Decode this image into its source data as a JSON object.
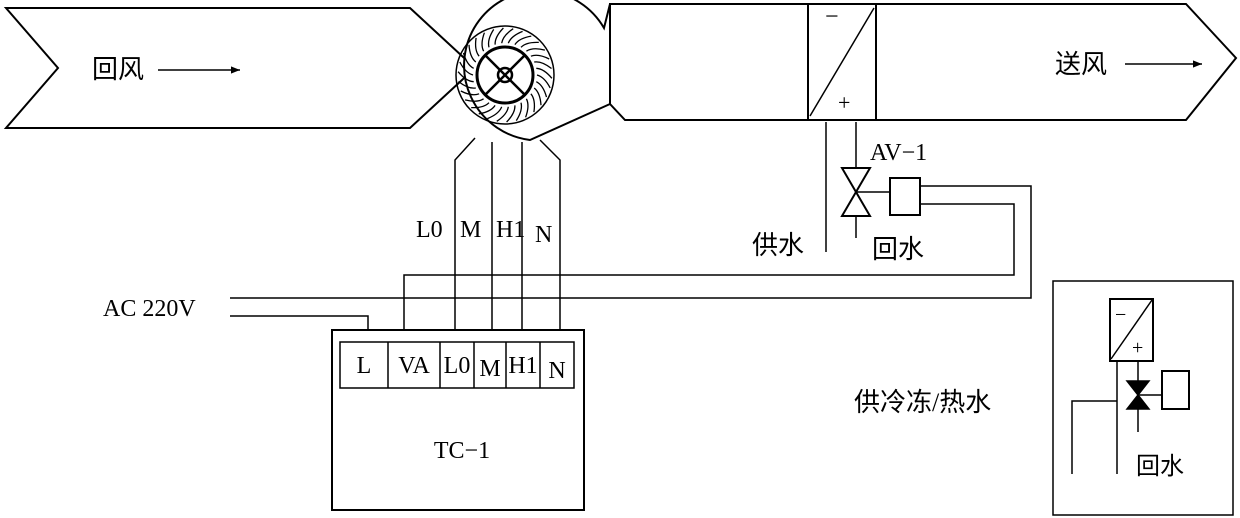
{
  "labels": {
    "return_air": "回风",
    "supply_air": "送风",
    "coil_minus": "−",
    "coil_plus": "+",
    "valve_tag": "AV−1",
    "supply_water": "供水",
    "return_water": "回水",
    "fan_lo": "L0",
    "fan_m": "M",
    "fan_h1": "H1",
    "fan_n": "N",
    "power": "AC 220V",
    "controller": "TC−1",
    "legend_caption": "供冷冻/热水",
    "legend_minus": "−",
    "legend_plus": "+",
    "legend_return_water": "回水"
  },
  "terminals": [
    "L",
    "VA",
    "L0",
    "M",
    "H1",
    "N"
  ]
}
